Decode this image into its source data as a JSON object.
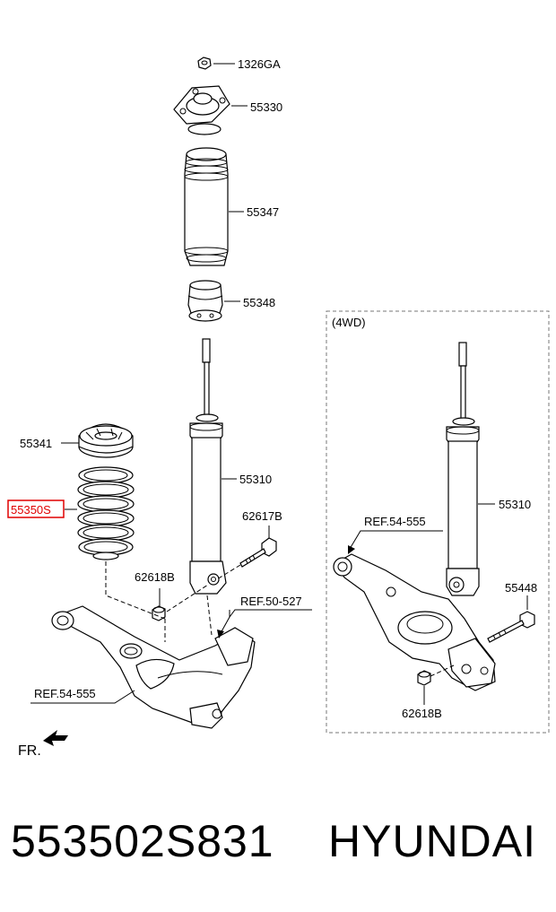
{
  "diagram": {
    "labels": {
      "nut": "1326GA",
      "mount": "55330",
      "dust_cover": "55347",
      "bumper": "55348",
      "spring_pad": "55341",
      "spring": "55350S",
      "shock_left": "55310",
      "bolt_left": "62617B",
      "nut_left": "62618B",
      "ref_left_upper": "REF.50-527",
      "ref_left_lower": "REF.54-555",
      "fr": "FR."
    },
    "inset": {
      "title": "(4WD)",
      "ref": "REF.54-555",
      "shock": "55310",
      "bolt": "55448",
      "nut": "62618B"
    },
    "highlight_color": "#e00000"
  },
  "caption": {
    "part_number": "553502S831",
    "brand": "HYUNDAI"
  }
}
